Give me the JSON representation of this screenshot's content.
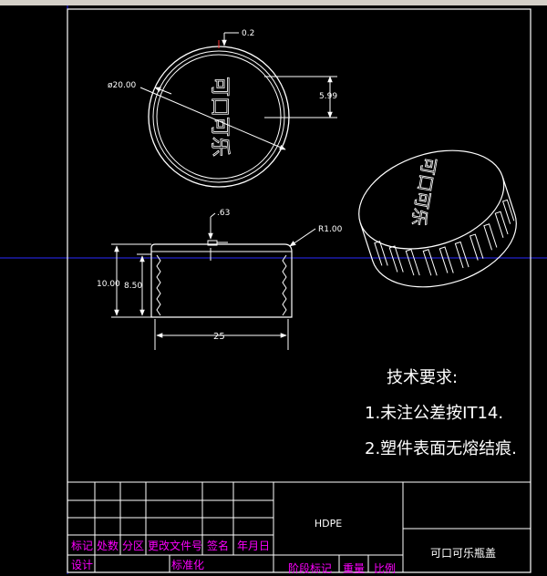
{
  "drawing": {
    "top_view": {
      "thickness_label": "0.2",
      "diameter_label": "ø20.00",
      "height_label": "5.99",
      "cap_text": "可口可乐"
    },
    "section_view": {
      "gap_label": ".63",
      "radius_label": "R1.00",
      "outer_height_label": "10.00",
      "inner_height_label": "8.50",
      "width_label": "25"
    },
    "iso_view": {
      "cap_text": "可口可乐"
    }
  },
  "notes": {
    "heading": "技术要求:",
    "items": [
      "1.未注公差按IT14.",
      "2.塑件表面无熔结痕."
    ]
  },
  "title_block": {
    "material": "HDPE",
    "part_name": "可口可乐瓶盖",
    "headers": [
      "标记",
      "处数",
      "分区",
      "更改文件号",
      "签名",
      "年月日"
    ],
    "row_design": "设计",
    "row_standard": "标准化",
    "stage_mark": "阶段标记",
    "weight": "重量",
    "scale": "比例"
  },
  "colors": {
    "background": "#000000",
    "line": "#ffffff",
    "border_blue": "#0000ff",
    "table_text": "#ff00ff",
    "center_line": "#ff3333",
    "toolbar": "#d4d0c8"
  }
}
